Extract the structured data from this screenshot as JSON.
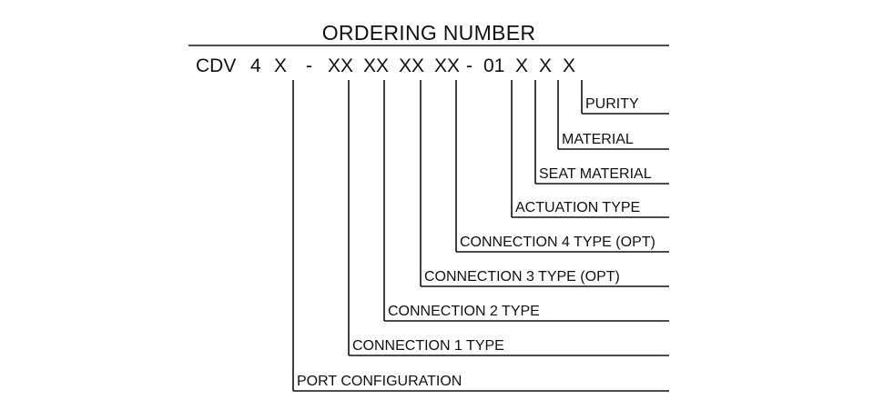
{
  "title": "ORDERING NUMBER",
  "code_segments": [
    "CDV",
    "4",
    "X",
    "-",
    "XX",
    "XX",
    "XX",
    "XX",
    "-",
    "01",
    "X",
    "X",
    "X"
  ],
  "fields": [
    "PURITY",
    "MATERIAL",
    "SEAT MATERIAL",
    "ACTUATION TYPE",
    "CONNECTION 4 TYPE (OPT)",
    "CONNECTION 3 TYPE (OPT)",
    "CONNECTION 2 TYPE",
    "CONNECTION 1 TYPE",
    "PORT CONFIGURATION"
  ]
}
